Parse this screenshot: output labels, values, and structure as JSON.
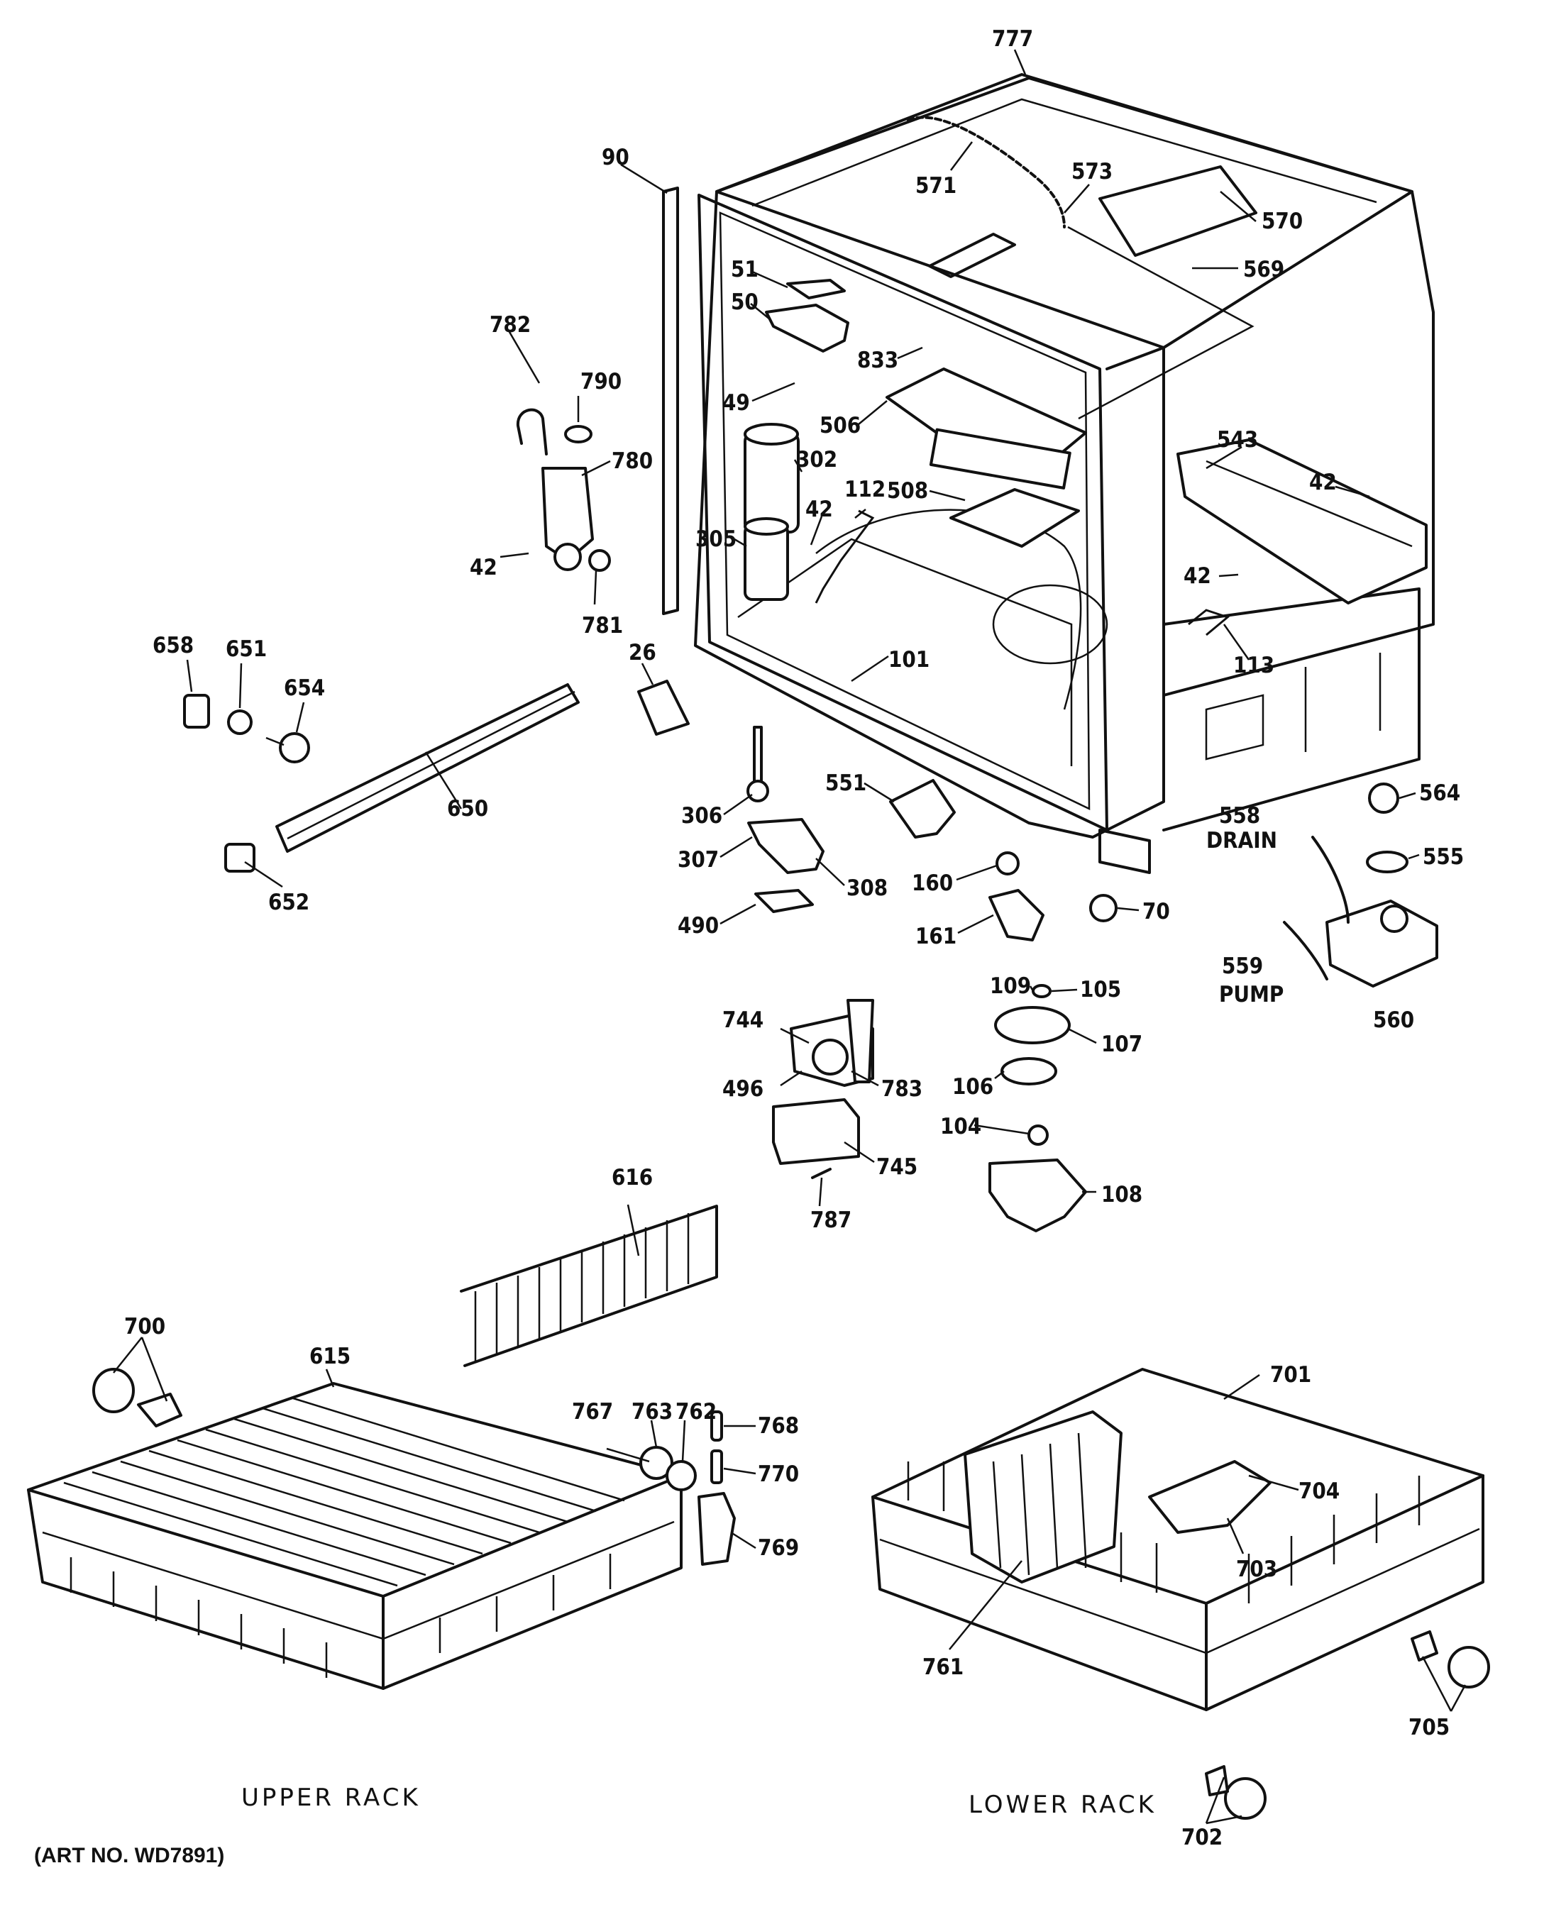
{
  "captions": {
    "upper_rack": "UPPER RACK",
    "lower_rack": "LOWER RACK",
    "art_no": "(ART NO. WD7891)",
    "drain": "DRAIN",
    "pump": "PUMP"
  },
  "callouts": {
    "c777": "777",
    "c90": "90",
    "c571": "571",
    "c573": "573",
    "c570": "570",
    "c569": "569",
    "c51": "51",
    "c50": "50",
    "c833": "833",
    "c49": "49",
    "c506": "506",
    "c782": "782",
    "c790": "790",
    "c780": "780",
    "c42a": "42",
    "c781": "781",
    "c302": "302",
    "c305": "305",
    "c42b": "42",
    "c112": "112",
    "c508": "508",
    "c543": "543",
    "c42c": "42",
    "c42d": "42",
    "c113": "113",
    "c658": "658",
    "c651": "651",
    "c654": "654",
    "c26": "26",
    "c101": "101",
    "c650": "650",
    "c652": "652",
    "c306": "306",
    "c307": "307",
    "c308": "308",
    "c490": "490",
    "c551": "551",
    "c160": "160",
    "c161": "161",
    "c70": "70",
    "c564": "564",
    "c558": "558",
    "c555": "555",
    "c559": "559",
    "c560": "560",
    "c109": "109",
    "c105": "105",
    "c107": "107",
    "c106": "106",
    "c104": "104",
    "c108": "108",
    "c744": "744",
    "c496": "496",
    "c783": "783",
    "c745": "745",
    "c787": "787",
    "c616": "616",
    "c700": "700",
    "c615": "615",
    "c767": "767",
    "c763": "763",
    "c762": "762",
    "c768": "768",
    "c770": "770",
    "c769": "769",
    "c701": "701",
    "c704": "704",
    "c703": "703",
    "c761": "761",
    "c705": "705",
    "c702": "702"
  }
}
